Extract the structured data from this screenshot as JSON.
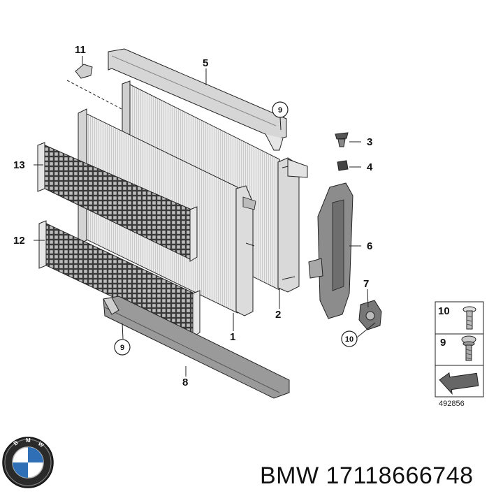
{
  "parts": {
    "p1": "1",
    "p2": "2",
    "p3": "3",
    "p4": "4",
    "p5": "5",
    "p6": "6",
    "p7": "7",
    "p8": "8",
    "p9a": "9",
    "p9b": "9",
    "p10": "10",
    "p11": "11",
    "p12": "12",
    "p13": "13"
  },
  "legend": {
    "row1": "10",
    "row2": "9"
  },
  "diagram_id": "492856",
  "caption": {
    "brand": "BMW",
    "part_number": "17118666748"
  },
  "colors": {
    "line": "#222222",
    "fill_light": "#f2f2f2",
    "fill_mid": "#d9d9d9",
    "fill_dark": "#8a8a8a"
  },
  "icons": {
    "logo": "bmw-roundel-logo",
    "arrow": "page-arrow-icon"
  }
}
